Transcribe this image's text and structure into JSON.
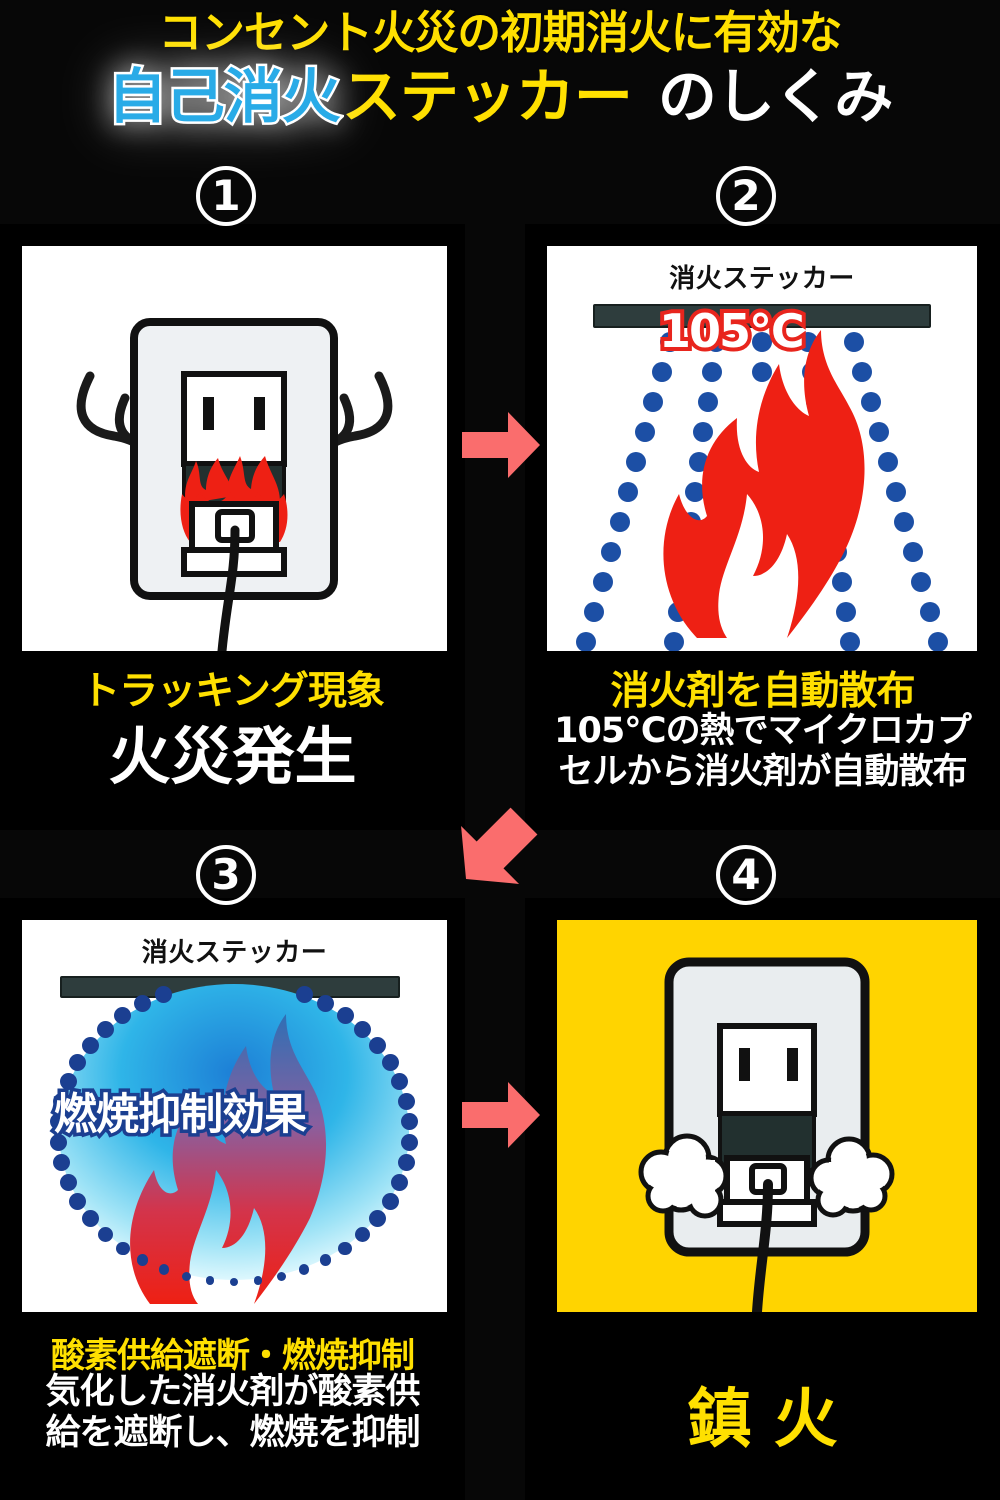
{
  "title": {
    "line1": "コンセント火災の初期消火に有効な",
    "line2_cyan": "自己消火",
    "line2_yellow": "ステッカー",
    "line2_white": "のしくみ",
    "colors": {
      "yellow": "#ffe000",
      "cyan": "#29abe7",
      "white": "#ffffff"
    }
  },
  "colors": {
    "background": "#070707",
    "accent_yellow": "#ffe000",
    "arrow": "#fa6d6d",
    "flame_red": "#ee2014",
    "dot_blue": "#1c4fa5",
    "sticker_bar": "#2e3d3d",
    "panel4_bg": "#ffd400"
  },
  "panels": [
    {
      "number": "①",
      "illustration": "outlet-plug-fire-smoke",
      "heading": "トラッキング現象",
      "headline": "火災発生",
      "body": ""
    },
    {
      "number": "②",
      "illustration": "sticker-spraying-dots-onto-flame",
      "sticker_label": "消火ステッカー",
      "overlay_text": "105℃",
      "heading": "消火剤を自動散布",
      "body_line1": "105℃の熱でマイクロカプ",
      "body_line2": "セルから消火剤が自動散布"
    },
    {
      "number": "③",
      "illustration": "blue-cloud-suppressing-flame",
      "sticker_label": "消火ステッカー",
      "overlay_text": "燃焼抑制効果",
      "heading": "酸素供給遮断・燃焼抑制",
      "body_line1": "気化した消火剤が酸素供",
      "body_line2": "給を遮断し、燃焼を抑制"
    },
    {
      "number": "④",
      "illustration": "outlet-plug-extinguished-puffs",
      "heading": "鎮火",
      "heading_spaced": "鎮 火",
      "body": ""
    }
  ],
  "arrows": [
    {
      "name": "arrow-panel1-to-panel2",
      "direction": "right"
    },
    {
      "name": "arrow-panel2-to-panel3",
      "direction": "down-left"
    },
    {
      "name": "arrow-panel3-to-panel4",
      "direction": "right"
    }
  ]
}
